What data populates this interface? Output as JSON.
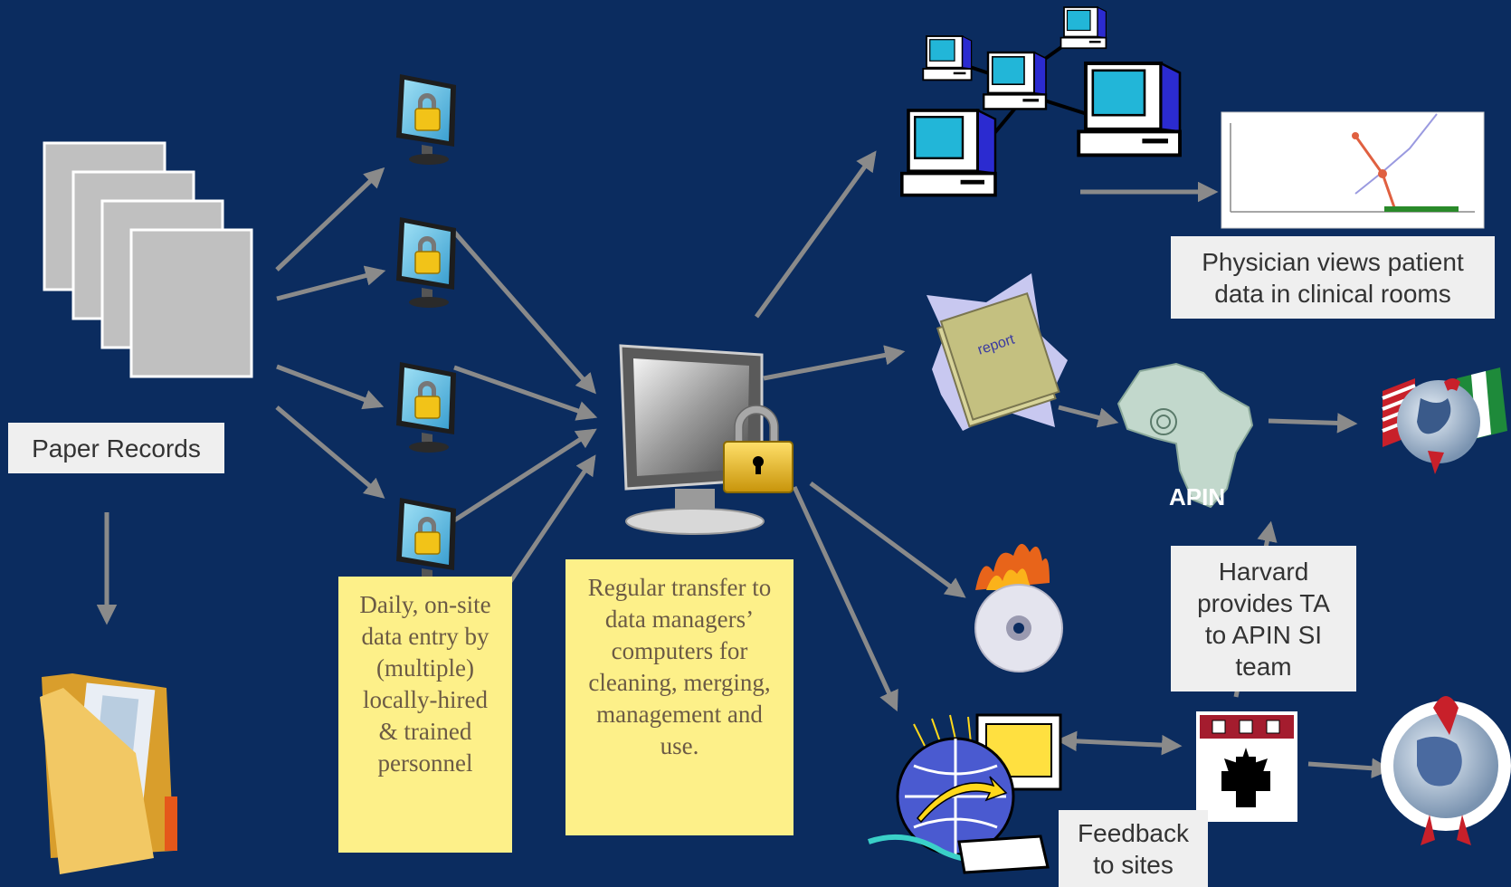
{
  "labels": {
    "paper_records": "Paper Records",
    "physician": "Physician views patient data in clinical rooms",
    "harvard": "Harvard provides TA to APIN SI team",
    "feedback": "Feedback to sites",
    "apin": "APIN",
    "report": "report"
  },
  "notes": {
    "daily_entry": "Daily, on-site data entry by (multiple) locally-hired & trained personnel",
    "regular_transfer": "Regular transfer to data managers’ computers for cleaning, merging, management and use."
  },
  "icons": {
    "paper_stack": "paper-stack-icon",
    "folder": "file-folder-icon",
    "locked_monitor": "locked-monitor-icon",
    "central_computer": "locked-computer-icon",
    "network": "computer-network-icon",
    "chart": "line-chart-icon",
    "report": "report-book-icon",
    "africa": "africa-map-icon",
    "flags_globe": "usa-nigeria-globe-icon",
    "burning_cd": "burning-cd-icon",
    "web_computer": "web-computer-icon",
    "harvard_shield": "harvard-shield-icon",
    "ribbon_globe": "ribbon-globe-icon"
  },
  "colors": {
    "background": "#0b2c5f",
    "arrow": "#8a8a8a",
    "note": "#fdf089",
    "label": "#efefef"
  }
}
